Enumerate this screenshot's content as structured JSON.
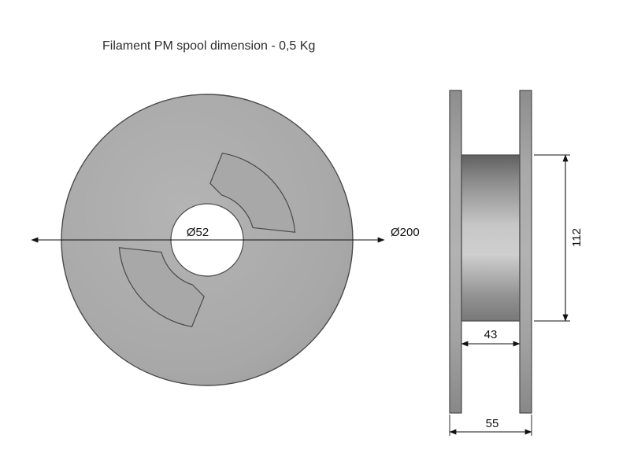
{
  "title": "Filament PM spool dimension - 0,5 Kg",
  "front_view": {
    "hub_diameter": "Ø52",
    "outer_diameter": "Ø200"
  },
  "side_view": {
    "barrel_height": "112",
    "inner_width": "43",
    "outer_width": "55"
  },
  "colors": {
    "body": "#a8a8a8",
    "outline": "#4a4a4a",
    "dimension": "#111111",
    "background": "#ffffff"
  }
}
